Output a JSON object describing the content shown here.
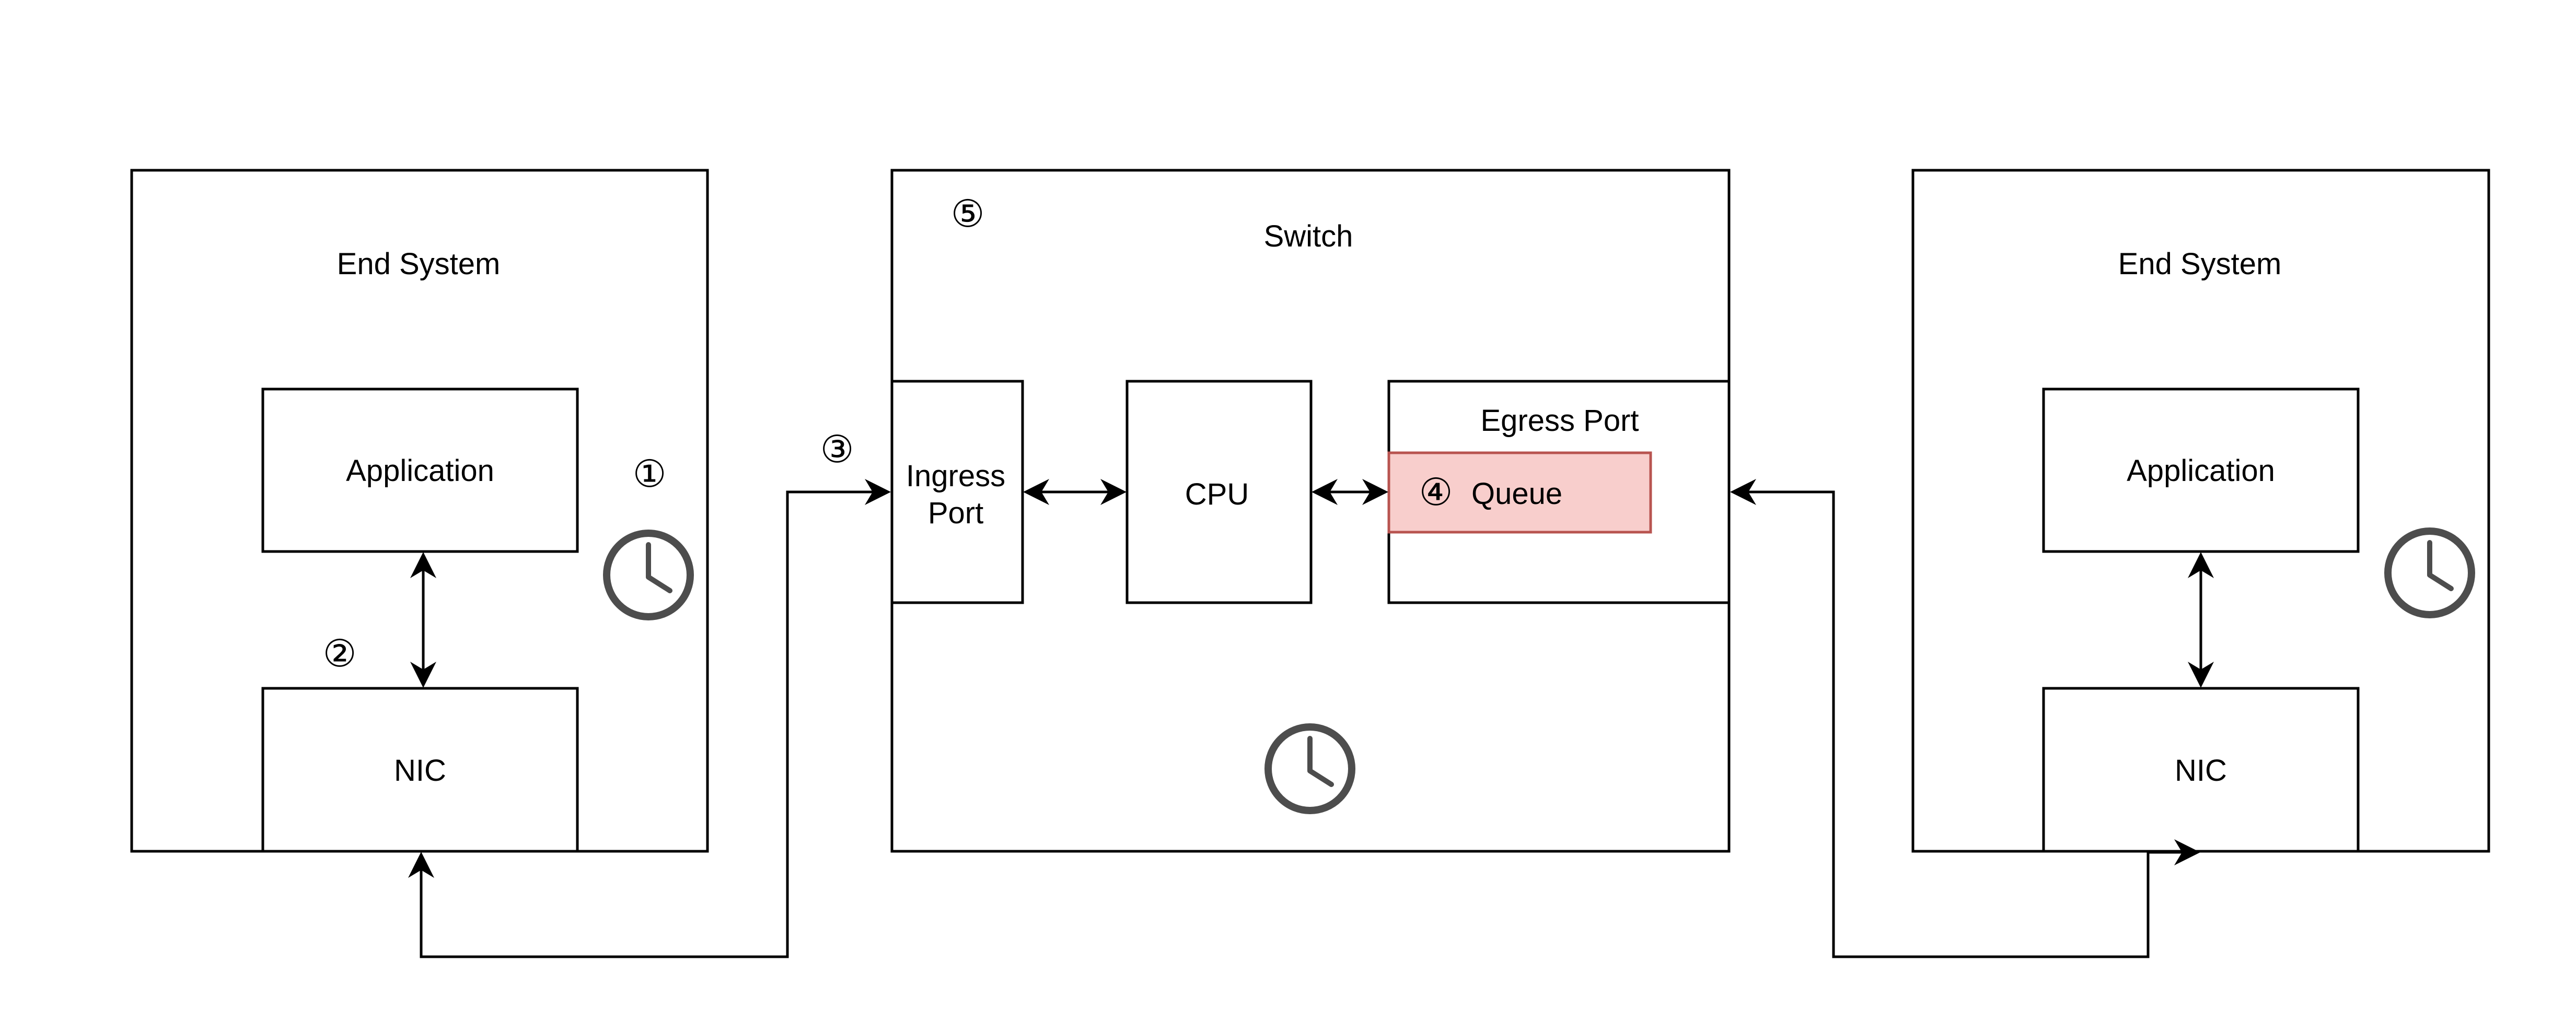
{
  "left_end_system": {
    "title": "End System",
    "application_label": "Application",
    "nic_label": "NIC",
    "marker_1": "①",
    "marker_2": "②",
    "clock_icon": "clock-icon"
  },
  "switch": {
    "title": "Switch",
    "marker_5": "⑤",
    "ingress_port_line1": "Ingress",
    "ingress_port_line2": "Port",
    "cpu_label": "CPU",
    "egress_port_label": "Egress Port",
    "queue_marker": "④",
    "queue_label": "Queue",
    "clock_icon": "clock-icon"
  },
  "link": {
    "marker_3": "③"
  },
  "right_end_system": {
    "title": "End System",
    "application_label": "Application",
    "nic_label": "NIC",
    "clock_icon": "clock-icon"
  },
  "colors": {
    "queue_fill": "#f8cecc",
    "queue_stroke": "#b85450",
    "clock": "#4d4d4d",
    "line": "#000000"
  }
}
